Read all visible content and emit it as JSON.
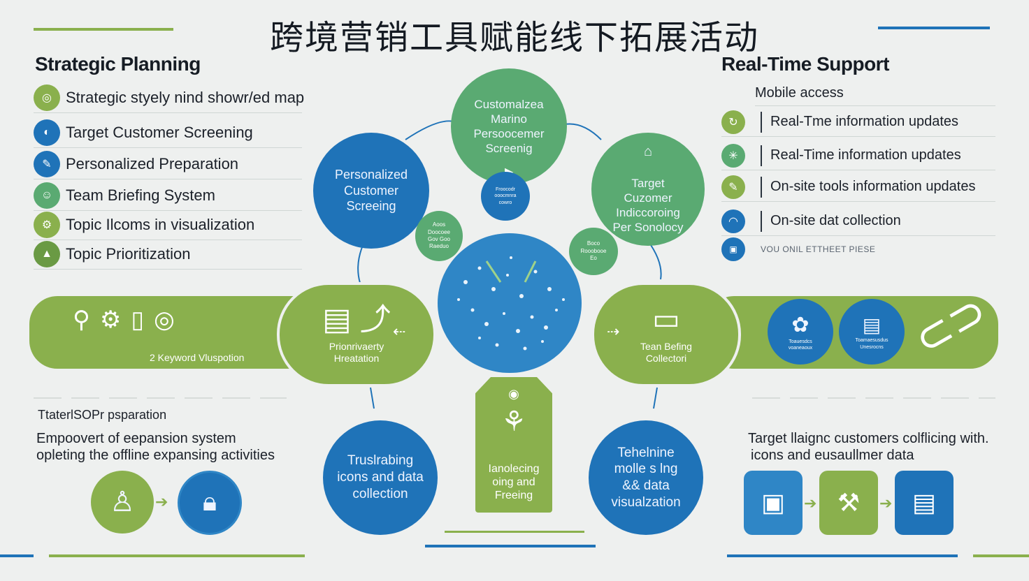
{
  "title": "跨境营销工具赋能线下拓展活动",
  "left": {
    "heading": "Strategic Planning",
    "items": [
      {
        "label": "Strategic styely nind showr/ed map",
        "color": "#8ab04d",
        "icon": "strategy-icon"
      },
      {
        "label": "Target Customer Screening",
        "color": "#1f73b8",
        "icon": "globe-icon"
      },
      {
        "label": "Personalized Preparation",
        "color": "#1f73b8",
        "icon": "tools-icon"
      },
      {
        "label": "Team Briefing System",
        "color": "#5aaa72",
        "icon": "team-icon"
      },
      {
        "label": "Topic Ilcoms in visualization",
        "color": "#8ab04d",
        "icon": "gear-icon"
      },
      {
        "label": "Topic Prioritization",
        "color": "#6a9a44",
        "icon": "triangle-icon"
      }
    ],
    "band_caption": "2 Keyword Vluspotion",
    "prep_caption": "Prionrivaerty\nHreatation",
    "bottom_heading": "TtaterlSOPr psparation",
    "bottom_text_1": "Empoovert of eepansion system",
    "bottom_text_2": "opleting the offline expansing activities"
  },
  "right": {
    "heading": "Real-Time Support",
    "subheading": "Mobile access",
    "items": [
      {
        "label": "Real-Tme information updates",
        "color": "#8ab04d",
        "icon": "sync-icon"
      },
      {
        "label": "Real-Time information updates",
        "color": "#5aaa72",
        "icon": "network-icon"
      },
      {
        "label": "On-site tools information updates",
        "color": "#8ab04d",
        "icon": "wrench-icon"
      },
      {
        "label": "On-site dat collection",
        "color": "#1f73b8",
        "icon": "data-icon"
      },
      {
        "label": "VOU ONIL ETTHEET PIESE",
        "color": "#1f73b8",
        "icon": "card-icon"
      }
    ],
    "band_caption": "Tean Befing\nCollectori",
    "band_circle_1": "Toauesdcs\nvoaneaoux",
    "band_circle_2": "Toamaesusdus\nUnesrocns",
    "bottom_text_1": "Target llaignc customers colflicing with.",
    "bottom_text_2": "icons and eusaullmer data"
  },
  "center": {
    "top": "Customalzea\nMarino\nPersoocemer\nScreenig",
    "left": "Personalized\nCustomer\nScreeing",
    "right": "Target\nCuzomer\nIndiccoroing\nPer Sonolocy",
    "small_top": "Froocodr\nooocmnra\ncowro",
    "small_left": "Aoos\nDoocoee\nGov Goo\nRaeduo",
    "small_right": "Boco\nRooobooe\nEo",
    "bottom_left": "Truslrabing\nicons and data\ncollection",
    "bottom_middle": "Ianolecing\noing and\nFreeing",
    "bottom_right": "Tehelnine\nmolle s lng\n&& data\nvisualzation"
  }
}
